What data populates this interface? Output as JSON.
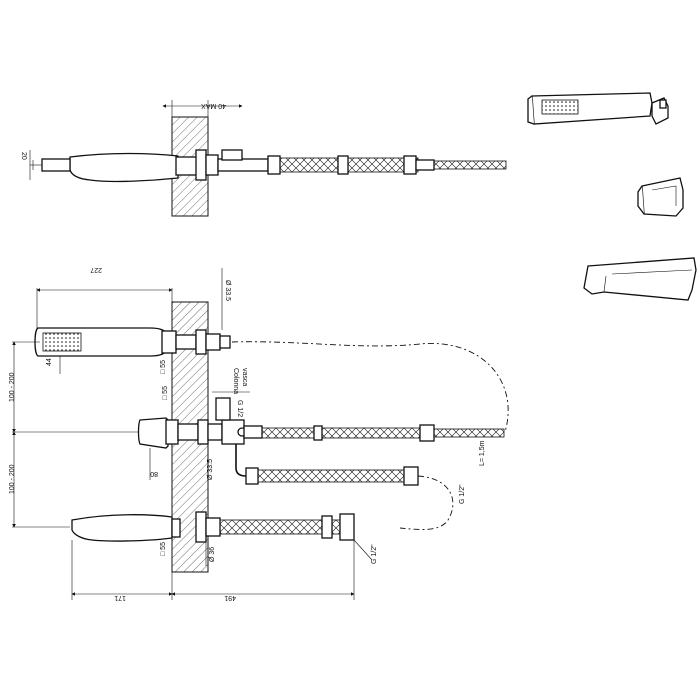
{
  "labels": {
    "wall_thickness_top": "40 MAX",
    "handle_diameter_top": "20",
    "overall_length": "227",
    "nut_diameter_top": "Ø 33.5",
    "handshower_width": "44",
    "sq55_a": "□ 55",
    "sq55_b": "□ 55",
    "sq55_c": "□ 55",
    "spacing_upper": "100 - 200",
    "spacing_lower": "100 - 200",
    "column_label_1": "Colonna",
    "column_label_2": "vasca",
    "thread_half": "G 1/2",
    "nut_diameter_mid": "Ø 33.5",
    "spout_reach": "80",
    "hose_length": "L= 1,5m",
    "thread_g12_right": "G 1/2\"",
    "nut_diameter_low": "Ø 36",
    "thread_g12_low": "G 1/2\"",
    "left_length": "171",
    "right_length": "491"
  }
}
